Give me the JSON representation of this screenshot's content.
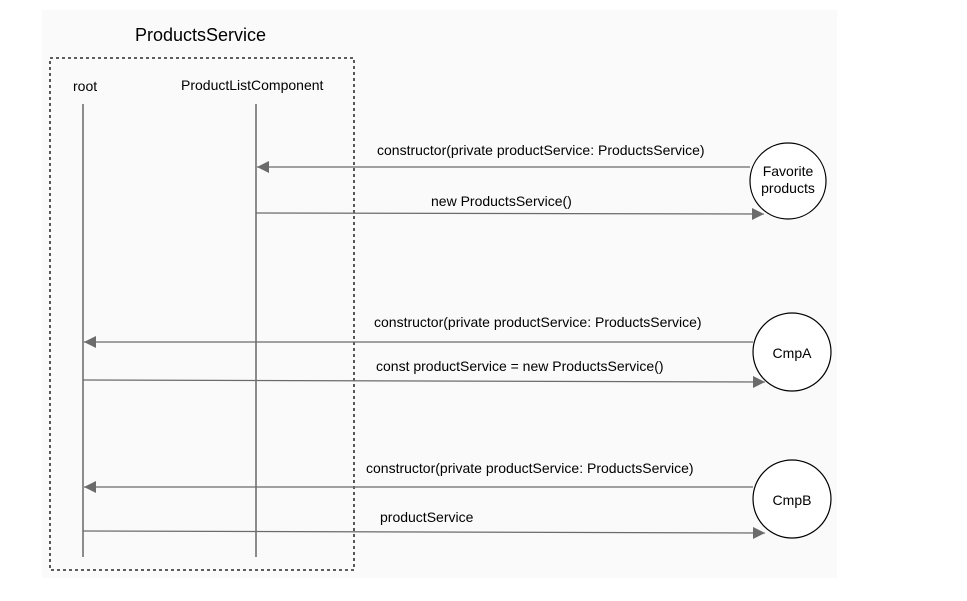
{
  "container": {
    "title": "ProductsService"
  },
  "lifelines": {
    "root": "root",
    "product_list": "ProductListComponent"
  },
  "nodes": {
    "favorite": {
      "line1": "Favorite",
      "line2": "products"
    },
    "cmpa": "CmpA",
    "cmpb": "CmpB"
  },
  "messages": {
    "fav_constructor": "constructor(private productService: ProductsService)",
    "fav_new": "new ProductsService()",
    "cmpa_constructor": "constructor(private productService: ProductsService)",
    "cmpa_const": "const productService = new ProductsService()",
    "cmpb_constructor": "constructor(private productService: ProductsService)",
    "cmpb_pass": "productService"
  },
  "colors": {
    "line": "#555555",
    "arrow": "#6b6b6b",
    "border": "#000000"
  }
}
